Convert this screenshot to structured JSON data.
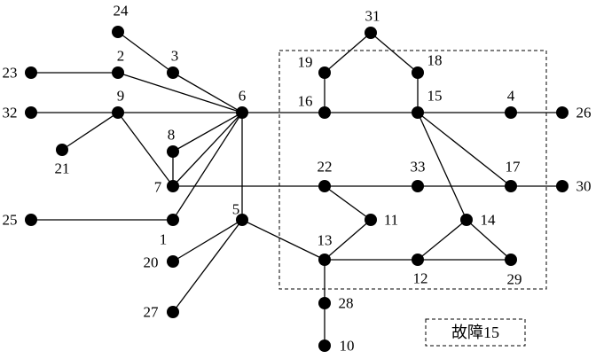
{
  "nodes": [
    {
      "id": "1",
      "label": "1"
    },
    {
      "id": "2",
      "label": "2"
    },
    {
      "id": "3",
      "label": "3"
    },
    {
      "id": "4",
      "label": "4"
    },
    {
      "id": "5",
      "label": "5"
    },
    {
      "id": "6",
      "label": "6"
    },
    {
      "id": "7",
      "label": "7"
    },
    {
      "id": "8",
      "label": "8"
    },
    {
      "id": "9",
      "label": "9"
    },
    {
      "id": "10",
      "label": "10"
    },
    {
      "id": "11",
      "label": "11"
    },
    {
      "id": "12",
      "label": "12"
    },
    {
      "id": "13",
      "label": "13"
    },
    {
      "id": "14",
      "label": "14"
    },
    {
      "id": "15",
      "label": "15"
    },
    {
      "id": "16",
      "label": "16"
    },
    {
      "id": "17",
      "label": "17"
    },
    {
      "id": "18",
      "label": "18"
    },
    {
      "id": "19",
      "label": "19"
    },
    {
      "id": "20",
      "label": "20"
    },
    {
      "id": "21",
      "label": "21"
    },
    {
      "id": "22",
      "label": "22"
    },
    {
      "id": "23",
      "label": "23"
    },
    {
      "id": "24",
      "label": "24"
    },
    {
      "id": "25",
      "label": "25"
    },
    {
      "id": "26",
      "label": "26"
    },
    {
      "id": "27",
      "label": "27"
    },
    {
      "id": "28",
      "label": "28"
    },
    {
      "id": "29",
      "label": "29"
    },
    {
      "id": "30",
      "label": "30"
    },
    {
      "id": "31",
      "label": "31"
    },
    {
      "id": "32",
      "label": "32"
    },
    {
      "id": "33",
      "label": "33"
    }
  ],
  "edges": [
    [
      "24",
      "3"
    ],
    [
      "3",
      "6"
    ],
    [
      "23",
      "2"
    ],
    [
      "2",
      "6"
    ],
    [
      "32",
      "9"
    ],
    [
      "9",
      "6"
    ],
    [
      "6",
      "16"
    ],
    [
      "16",
      "15"
    ],
    [
      "15",
      "4"
    ],
    [
      "4",
      "26"
    ],
    [
      "9",
      "21"
    ],
    [
      "9",
      "7"
    ],
    [
      "7",
      "8"
    ],
    [
      "8",
      "6"
    ],
    [
      "7",
      "6"
    ],
    [
      "1",
      "6"
    ],
    [
      "25",
      "1"
    ],
    [
      "6",
      "5"
    ],
    [
      "7",
      "22"
    ],
    [
      "22",
      "33"
    ],
    [
      "33",
      "17"
    ],
    [
      "17",
      "30"
    ],
    [
      "16",
      "19"
    ],
    [
      "19",
      "31"
    ],
    [
      "31",
      "18"
    ],
    [
      "18",
      "15"
    ],
    [
      "15",
      "17"
    ],
    [
      "15",
      "14"
    ],
    [
      "22",
      "11"
    ],
    [
      "5",
      "20"
    ],
    [
      "5",
      "27"
    ],
    [
      "5",
      "13"
    ],
    [
      "13",
      "11"
    ],
    [
      "13",
      "12"
    ],
    [
      "12",
      "29"
    ],
    [
      "12",
      "14"
    ],
    [
      "14",
      "29"
    ],
    [
      "13",
      "28"
    ],
    [
      "28",
      "10"
    ]
  ],
  "fault_label": "故障15"
}
